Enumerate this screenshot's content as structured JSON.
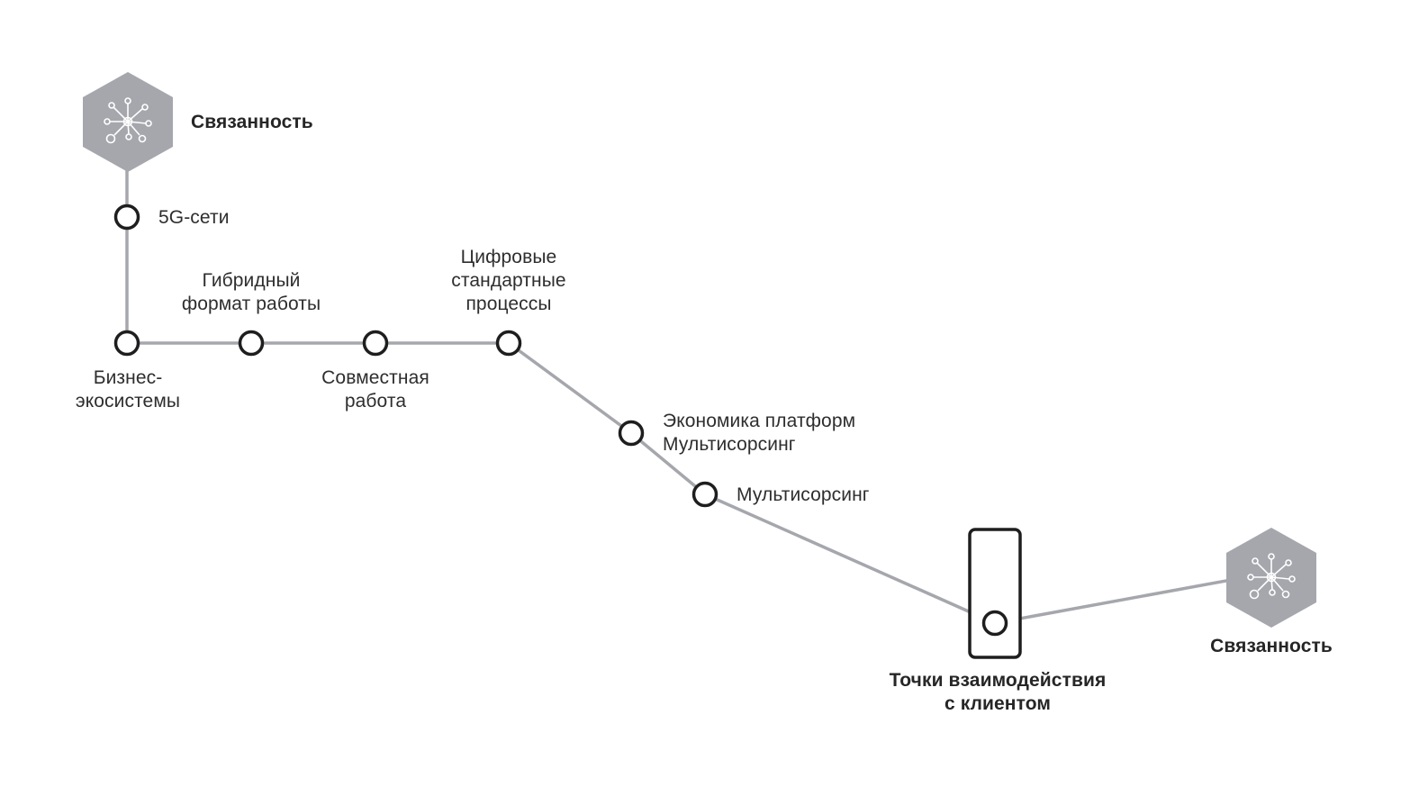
{
  "colors": {
    "track": "#a5a7ad",
    "node_stroke": "#1e1e1e",
    "hub_fill": "#a5a7ad",
    "text": "#2e2e2e"
  },
  "hubs": {
    "start": {
      "label": "Связанность",
      "icon": "network-hub-icon"
    },
    "end": {
      "label": "Связанность",
      "icon": "network-hub-icon"
    }
  },
  "stations": {
    "g5": {
      "label": "5G-сети"
    },
    "biz": {
      "line1": "Бизнес-",
      "line2": "экосистемы"
    },
    "hybrid": {
      "line1": "Гибридный",
      "line2": "формат работы"
    },
    "collab": {
      "line1": "Совместная",
      "line2": "работа"
    },
    "digital": {
      "line1": "Цифровые",
      "line2": "стандартные",
      "line3": "процессы"
    },
    "platform": {
      "line1": "Экономика платформ",
      "line2": "Мультисорсинг"
    },
    "multi": {
      "label": "Мультисорсинг"
    },
    "touch": {
      "line1": "Точки взаимодействия",
      "line2": "с клиентом"
    }
  }
}
